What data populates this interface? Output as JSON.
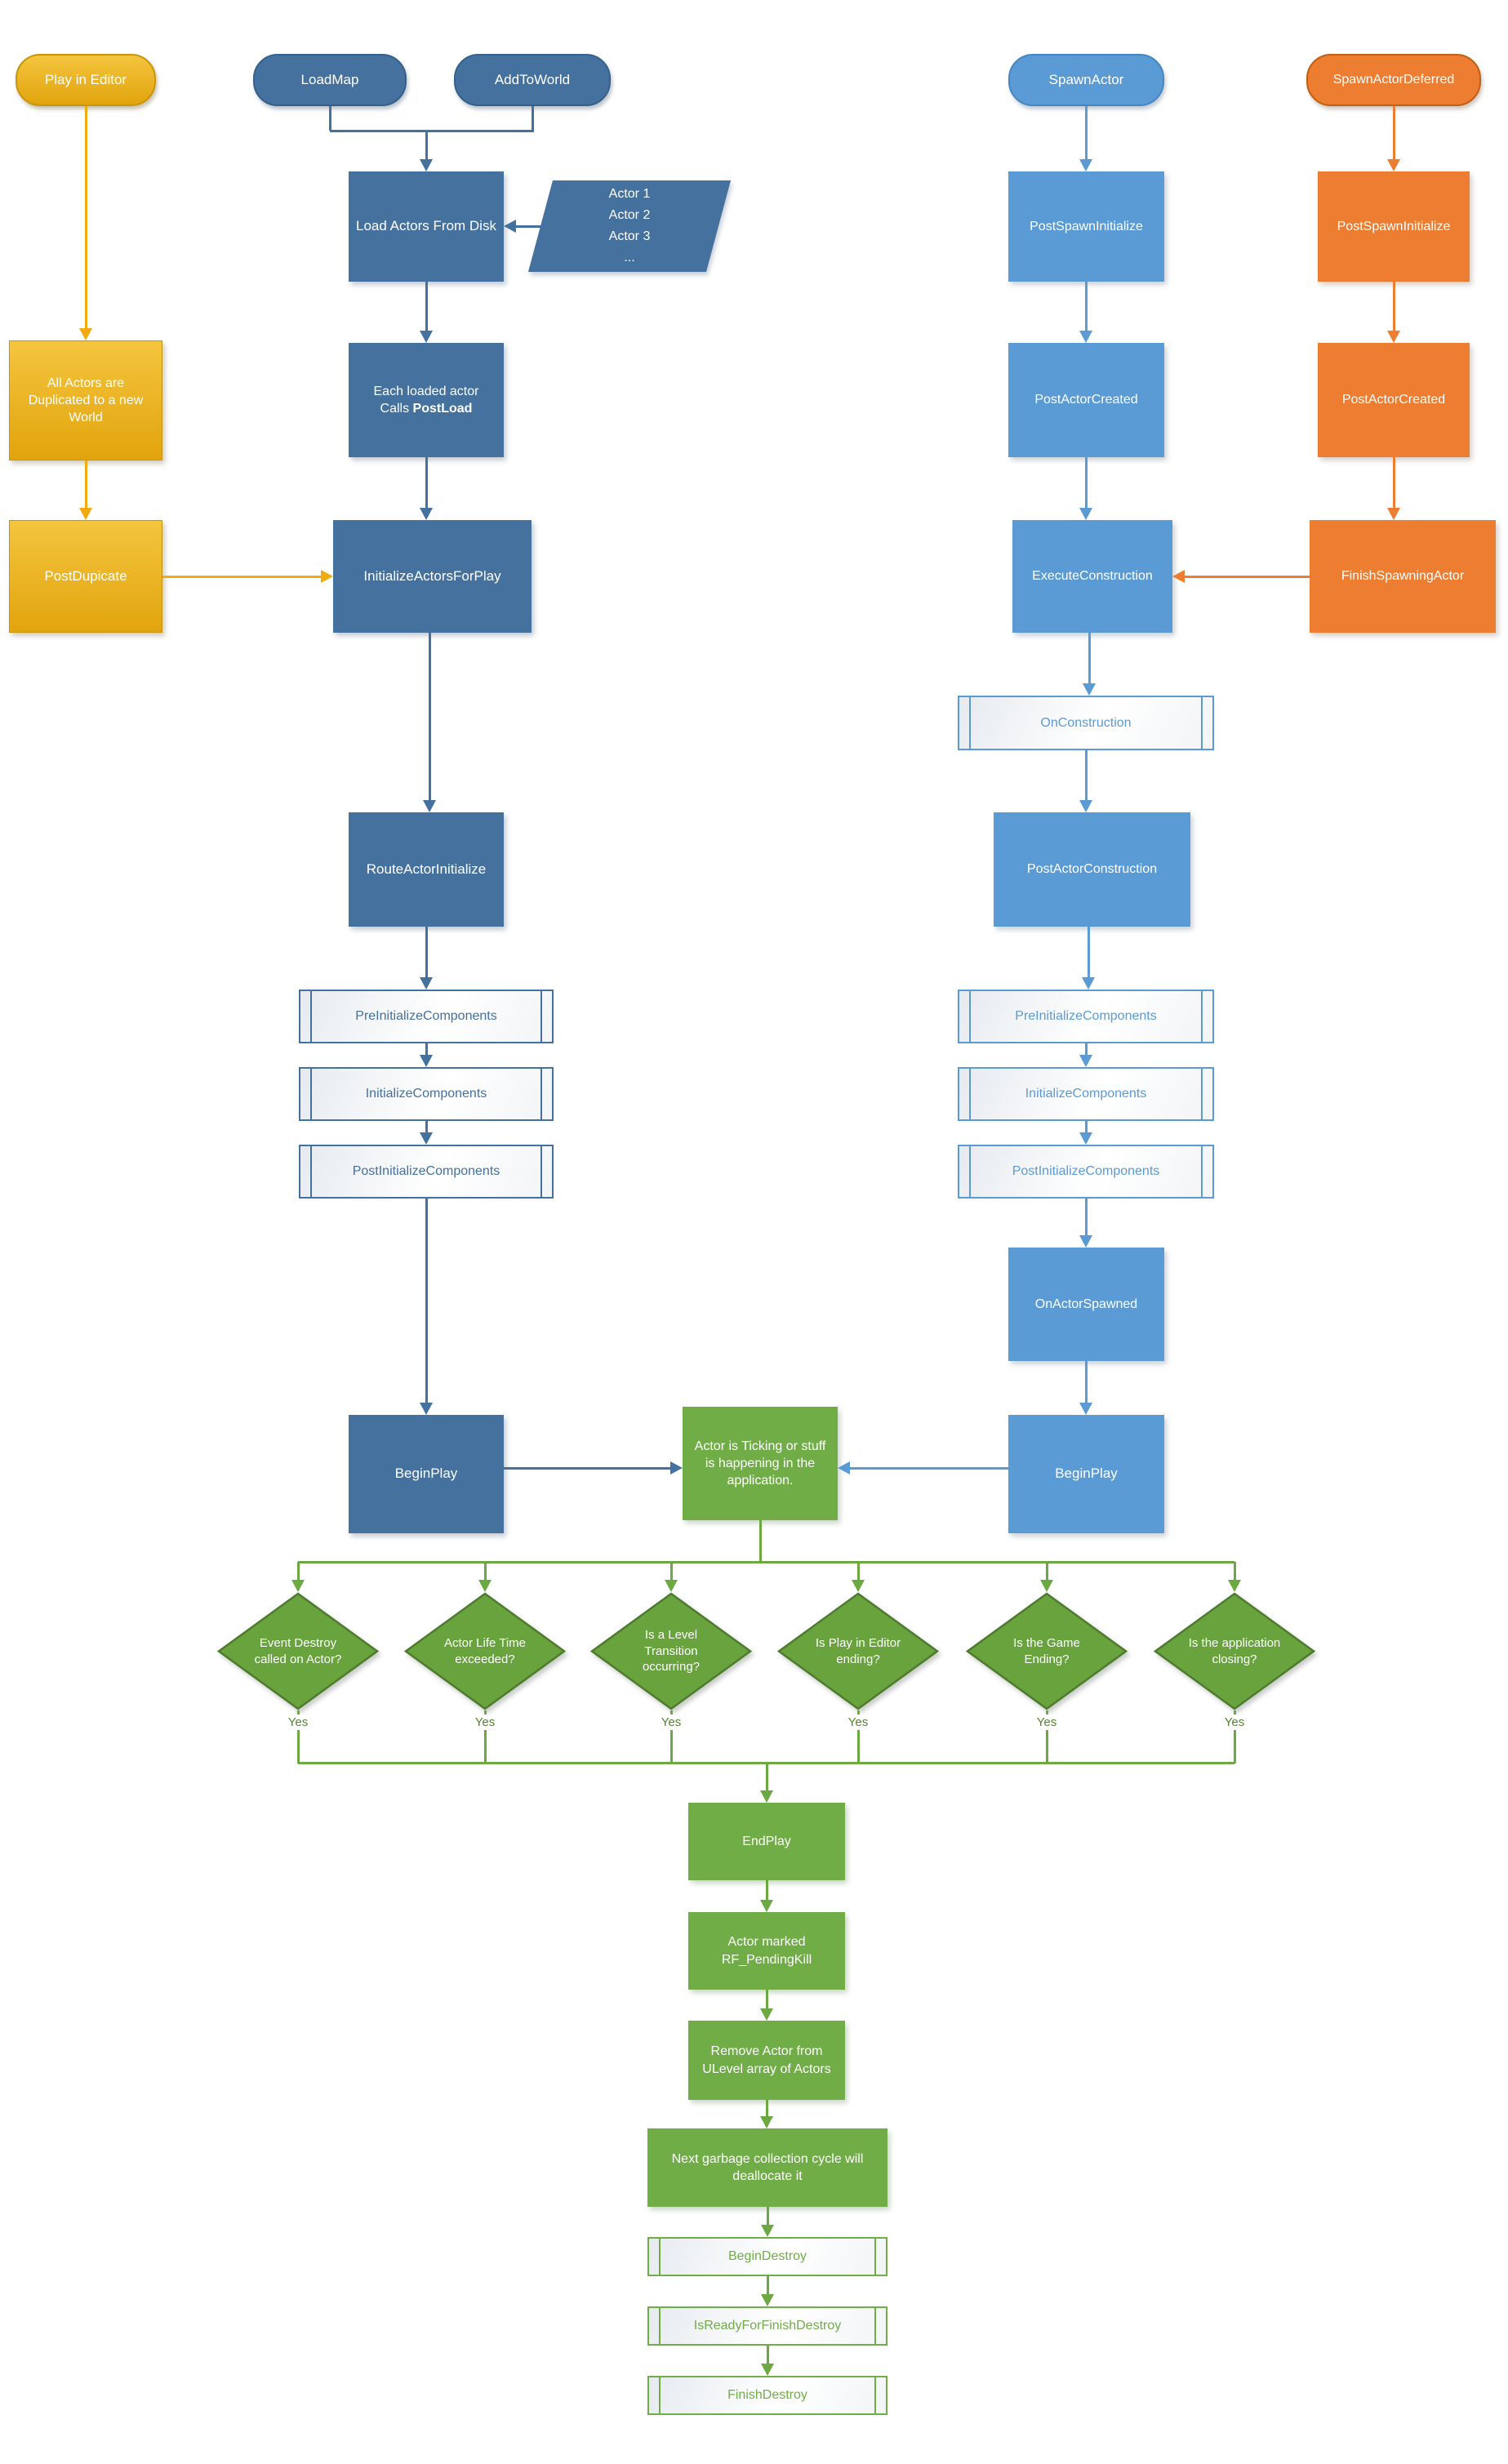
{
  "colors": {
    "gold": "#E2A40D",
    "gold_light": "#F4C53E",
    "gold_line": "#F2AB0F",
    "dark_blue": "#44719E",
    "light_blue": "#5B9BD5",
    "orange": "#ED7D31",
    "green": "#70AD47",
    "green_line": "#6CA942",
    "diamond_fill": "#68A33E",
    "diamond_border": "#4E7B2D",
    "yes_text": "#55862F"
  },
  "nodes": [
    {
      "id": "play_in_editor",
      "shape": "term",
      "theme": "gold",
      "label": "Play in Editor"
    },
    {
      "id": "loadmap",
      "shape": "term",
      "theme": "darkblue",
      "label": "LoadMap"
    },
    {
      "id": "addtoworld",
      "shape": "term",
      "theme": "darkblue",
      "label": "AddToWorld"
    },
    {
      "id": "spawnactor",
      "shape": "term",
      "theme": "lightblue",
      "label": "SpawnActor"
    },
    {
      "id": "spawnactordeferred",
      "shape": "term",
      "theme": "orange",
      "label": "SpawnActorDeferred"
    },
    {
      "id": "load_actors",
      "shape": "proc",
      "theme": "darkblue",
      "label": "Load Actors From Disk"
    },
    {
      "id": "actor_list",
      "shape": "para",
      "theme": "darkblue",
      "label": "Actor 1\nActor 2\nActor 3\n..."
    },
    {
      "id": "all_actors",
      "shape": "proc",
      "theme": "gold",
      "label": "All Actors are Duplicated to a new World"
    },
    {
      "id": "each_loaded",
      "shape": "proc",
      "theme": "darkblue",
      "label": "Each loaded actor\nCalls ",
      "label_bold": "PostLoad"
    },
    {
      "id": "postdupicate",
      "shape": "proc",
      "theme": "gold",
      "label": "PostDupicate"
    },
    {
      "id": "initializeactorsforplay",
      "shape": "proc",
      "theme": "darkblue",
      "label": "InitializeActorsForPlay"
    },
    {
      "id": "postspawninit_b",
      "shape": "proc",
      "theme": "lightblue",
      "label": "PostSpawnInitialize"
    },
    {
      "id": "postactorcreated_b",
      "shape": "proc",
      "theme": "lightblue",
      "label": "PostActorCreated"
    },
    {
      "id": "executeconstruction",
      "shape": "proc",
      "theme": "lightblue",
      "label": "ExecuteConstruction"
    },
    {
      "id": "postspawninit_o",
      "shape": "proc",
      "theme": "orange",
      "label": "PostSpawnInitialize"
    },
    {
      "id": "postactorcreated_o",
      "shape": "proc",
      "theme": "orange",
      "label": "PostActorCreated"
    },
    {
      "id": "finishspawningactor",
      "shape": "proc",
      "theme": "orange",
      "label": "FinishSpawningActor"
    },
    {
      "id": "onconstruction",
      "shape": "sub",
      "theme": "lightblue",
      "label": "OnConstruction"
    },
    {
      "id": "postactorconstruction",
      "shape": "proc",
      "theme": "lightblue",
      "label": "PostActorConstruction"
    },
    {
      "id": "routeactorinitialize",
      "shape": "proc",
      "theme": "darkblue",
      "label": "RouteActorInitialize"
    },
    {
      "id": "pre_l",
      "shape": "sub",
      "theme": "darkblue",
      "label": "PreInitializeComponents"
    },
    {
      "id": "init_l",
      "shape": "sub",
      "theme": "darkblue",
      "label": "InitializeComponents"
    },
    {
      "id": "post_l",
      "shape": "sub",
      "theme": "darkblue",
      "label": "PostInitializeComponents"
    },
    {
      "id": "pre_r",
      "shape": "sub",
      "theme": "lightblue",
      "label": "PreInitializeComponents"
    },
    {
      "id": "init_r",
      "shape": "sub",
      "theme": "lightblue",
      "label": "InitializeComponents"
    },
    {
      "id": "post_r",
      "shape": "sub",
      "theme": "lightblue",
      "label": "PostInitializeComponents"
    },
    {
      "id": "onactorspawned",
      "shape": "proc",
      "theme": "lightblue",
      "label": "OnActorSpawned"
    },
    {
      "id": "beginplay_l",
      "shape": "proc",
      "theme": "darkblue",
      "label": "BeginPlay"
    },
    {
      "id": "ticking",
      "shape": "proc",
      "theme": "green",
      "label": "Actor is Ticking or stuff is happening in the application."
    },
    {
      "id": "beginplay_r",
      "shape": "proc",
      "theme": "lightblue",
      "label": "BeginPlay"
    },
    {
      "id": "d1",
      "shape": "decision",
      "theme": "green",
      "label": "Event Destroy called on Actor?",
      "yes_label": "Yes"
    },
    {
      "id": "d2",
      "shape": "decision",
      "theme": "green",
      "label": "Actor Life Time exceeded?",
      "yes_label": "Yes"
    },
    {
      "id": "d3",
      "shape": "decision",
      "theme": "green",
      "label": "Is a Level Transition occurring?",
      "yes_label": "Yes"
    },
    {
      "id": "d4",
      "shape": "decision",
      "theme": "green",
      "label": "Is Play in Editor ending?",
      "yes_label": "Yes"
    },
    {
      "id": "d5",
      "shape": "decision",
      "theme": "green",
      "label": "Is the Game Ending?",
      "yes_label": "Yes"
    },
    {
      "id": "d6",
      "shape": "decision",
      "theme": "green",
      "label": "Is the application closing?",
      "yes_label": "Yes"
    },
    {
      "id": "endplay",
      "shape": "proc",
      "theme": "green",
      "label": "EndPlay"
    },
    {
      "id": "marked",
      "shape": "proc",
      "theme": "green",
      "label": "Actor marked RF_PendingKill"
    },
    {
      "id": "remove",
      "shape": "proc",
      "theme": "green",
      "label": "Remove Actor from ULevel array of Actors"
    },
    {
      "id": "garbage",
      "shape": "proc",
      "theme": "green",
      "label": "Next garbage collection cycle will deallocate it"
    },
    {
      "id": "begindestroy",
      "shape": "sub",
      "theme": "green",
      "label": "BeginDestroy"
    },
    {
      "id": "isready",
      "shape": "sub",
      "theme": "green",
      "label": "IsReadyForFinishDestroy"
    },
    {
      "id": "finishdestroy",
      "shape": "sub",
      "theme": "green",
      "label": "FinishDestroy"
    }
  ]
}
